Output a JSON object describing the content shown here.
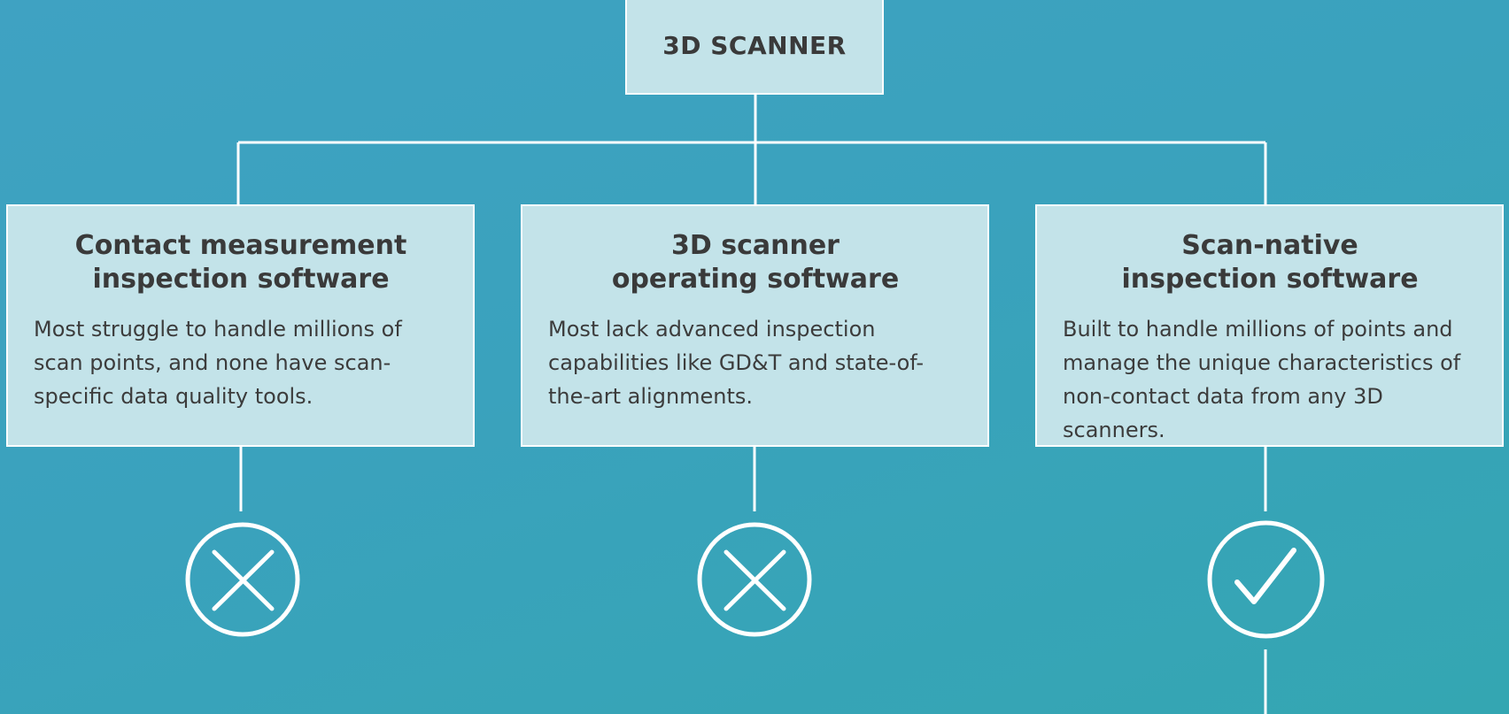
{
  "root": {
    "label": "3D SCANNER"
  },
  "options": [
    {
      "title": "Contact measurement\ninspection software",
      "description": "Most struggle to handle millions of scan points, and none have scan-specific data quality tools.",
      "status": "x-icon"
    },
    {
      "title": "3D scanner\noperating software",
      "description": "Most lack advanced inspection capabilities like GD&T and state-of-the-art alignments.",
      "status": "x-icon"
    },
    {
      "title": "Scan-native\ninspection software",
      "description": "Built to handle millions of points and manage the unique characteristics of non-contact data from any 3D scanners.",
      "status": "check-icon"
    }
  ],
  "colors": {
    "background": "#3ca3bf",
    "box_fill": "#c3e3e9",
    "line": "#ffffff",
    "text": "#3a3a3a"
  }
}
